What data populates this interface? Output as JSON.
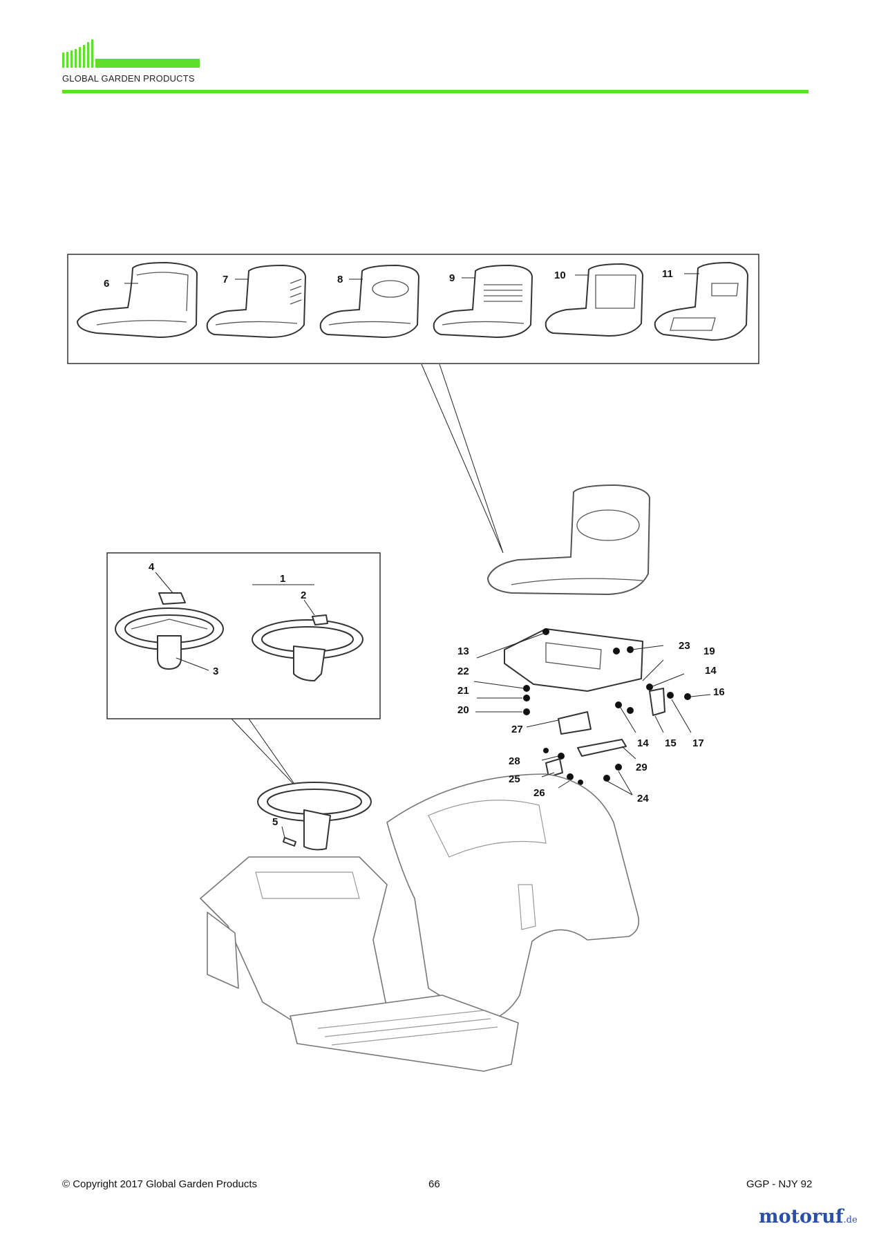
{
  "header": {
    "brand_name": "GLOBAL GARDEN PRODUCTS",
    "accent_color": "#5ee02a"
  },
  "seat_options": [
    "6",
    "7",
    "8",
    "9",
    "10",
    "11"
  ],
  "steering_callouts": [
    "4",
    "1",
    "2",
    "3"
  ],
  "column_callout": "5",
  "seat_assembly_callouts": [
    "23",
    "13",
    "19",
    "22",
    "14",
    "21",
    "16",
    "20",
    "27",
    "14",
    "15",
    "17",
    "28",
    "29",
    "25",
    "26",
    "24"
  ],
  "footer": {
    "copyright": "© Copyright 2017 Global Garden Products",
    "page_number": "66",
    "model": "GGP - NJY 92"
  },
  "watermark": {
    "text": "motoruf",
    "suffix": ".de"
  }
}
